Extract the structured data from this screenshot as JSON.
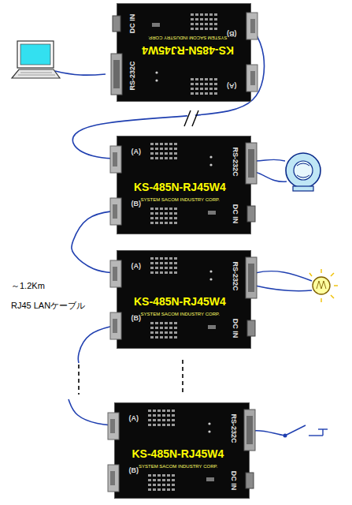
{
  "diagram": {
    "nodes": [
      {
        "text": [
          "(A)",
          "(B)",
          "KS-485N-RJ45W4",
          "SYSTEM SACOM INDUSTRY CORP.",
          "RS-232C",
          "DC IN"
        ]
      },
      {
        "text": [
          "(A)",
          "(B)",
          "KS-485N-RJ45W4",
          "SYSTEM SACOM INDUSTRY CORP.",
          "RS-232C",
          "DC IN"
        ]
      },
      {
        "text": [
          "(A)",
          "(B)",
          "KS-485N-RJ45W4",
          "SYSTEM SACOM INDUSTRY CORP.",
          "RS-232C",
          "DC IN"
        ]
      },
      {
        "text": [
          "(A)",
          "(B)",
          "KS-485N-RJ45W4",
          "SYSTEM SACOM INDUSTRY CORP.",
          "RS-232C",
          "DC IN"
        ]
      }
    ],
    "edges": [
      {
        "from": 0,
        "to": 1,
        "arrow": "none"
      },
      {
        "from": 1,
        "to": 2,
        "arrow": "none"
      },
      {
        "from": 2,
        "to": 3,
        "arrow": "none"
      }
    ],
    "labels": [
      "～1.2Km",
      "RJ45 LANケーブル"
    ]
  }
}
